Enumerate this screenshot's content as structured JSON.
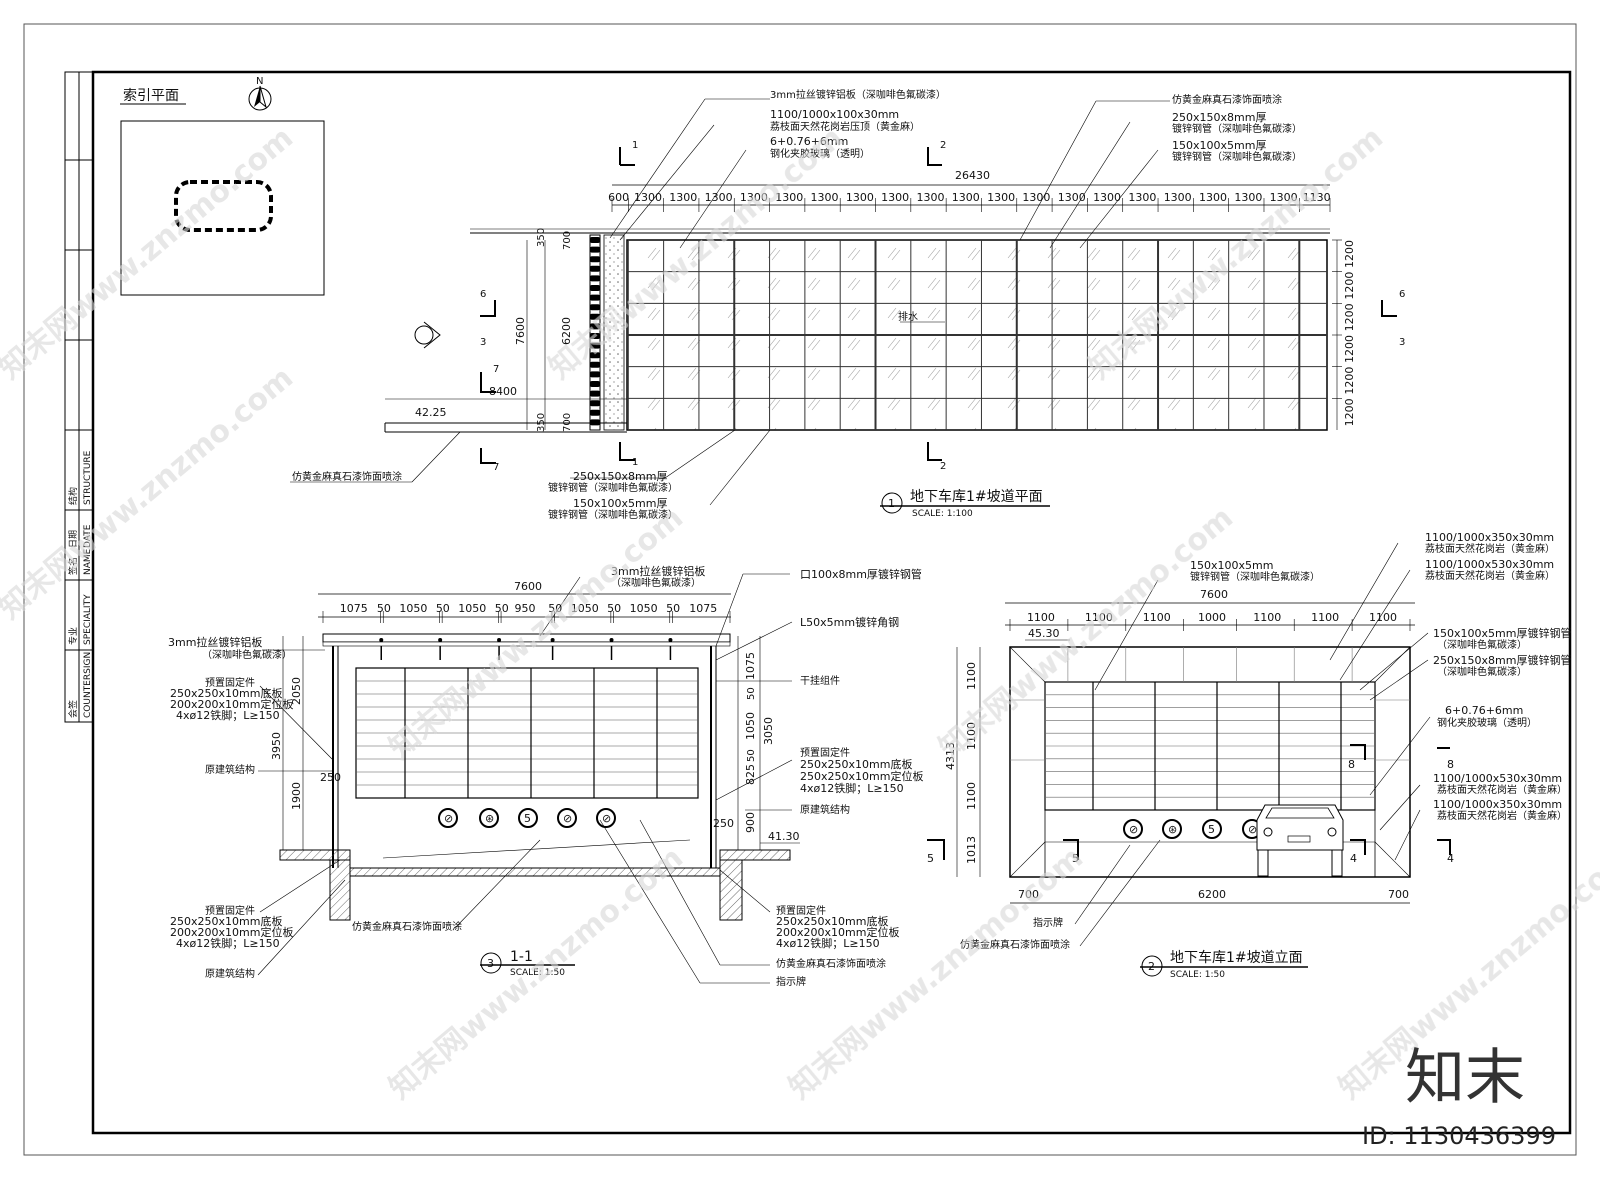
{
  "index_plan": {
    "title": "索引平面",
    "north": "N"
  },
  "plan": {
    "title": "地下车库1#坡道平面",
    "number": "1",
    "scale": "SCALE:   1:100",
    "total_length": "26430",
    "segments": [
      "600",
      "1300",
      "1300",
      "1300",
      "1300",
      "1300",
      "1300",
      "1300",
      "1300",
      "1300",
      "1300",
      "1300",
      "1300",
      "1300",
      "1300",
      "1300",
      "1300",
      "1300",
      "1300",
      "1300",
      "1130"
    ],
    "right_dims": [
      "1200",
      "1200",
      "1200",
      "1200",
      "1200",
      "1200"
    ],
    "left_dims": {
      "overall": "8400",
      "inner": "7600",
      "mid": "6200",
      "a": "700",
      "b": "350",
      "c": "700",
      "d": "350"
    },
    "level": "42.25",
    "drain": "排水",
    "section_marks": [
      "1",
      "2",
      "6",
      "3",
      "7"
    ],
    "notes_top": [
      {
        "l1": "3mm拉丝镀锌铝板（深咖啡色氟碳漆）",
        "l2": ""
      },
      {
        "l1": "1100/1000x100x30mm",
        "l2": "荔枝面天然花岗岩压顶（黄金麻）"
      },
      {
        "l1": "6+0.76+6mm",
        "l2": "钢化夹胶玻璃（透明）"
      },
      {
        "l1": "仿黄金麻真石漆饰面喷涂",
        "l2": ""
      },
      {
        "l1": "250x150x8mm厚",
        "l2": "镀锌钢管（深咖啡色氟碳漆）"
      },
      {
        "l1": "150x100x5mm厚",
        "l2": "镀锌钢管（深咖啡色氟碳漆）"
      }
    ],
    "notes_bottom": [
      {
        "l1": "250x150x8mm厚",
        "l2": "镀锌钢管（深咖啡色氟碳漆）"
      },
      {
        "l1": "150x100x5mm厚",
        "l2": "镀锌钢管（深咖啡色氟碳漆）"
      }
    ],
    "note_left": "仿黄金麻真石漆饰面喷涂"
  },
  "section": {
    "title": "1-1",
    "number": "3",
    "scale": "SCALE:   1:50",
    "total": "7600",
    "segments": [
      "1075",
      "50",
      "1050",
      "50",
      "1050",
      "50",
      "950",
      "50",
      "1050",
      "50",
      "1050",
      "50",
      "1075"
    ],
    "left_dims": [
      "3950",
      "2050",
      "1900"
    ],
    "right_dims": [
      "3050",
      "1075",
      "50",
      "1050",
      "50",
      "825",
      "900"
    ],
    "dim_250a": "250",
    "dim_250b": "250",
    "level": "41.30",
    "notes_left": [
      {
        "l1": "3mm拉丝镀锌铝板",
        "l2": "（深咖啡色氟碳漆）"
      },
      {
        "l1": "预置固定件",
        "l2": "250x250x10mm底板",
        "l3": "200x200x10mm定位板",
        "l4": "4xø12铁脚；L≥150"
      },
      {
        "l1": "原建筑结构"
      }
    ],
    "notes_top": [
      {
        "l1": "3mm拉丝镀锌铝板",
        "l2": "（深咖啡色氟碳漆）"
      },
      {
        "l1": "口100x8mm厚镀锌钢管"
      },
      {
        "l1": "L50x5mm镀锌角钢"
      },
      {
        "l1": "干挂组件"
      }
    ],
    "notes_right": [
      {
        "l1": "预置固定件",
        "l2": "250x250x10mm底板",
        "l3": "250x250x10mm定位板",
        "l4": "4xø12铁脚；L≥150"
      },
      {
        "l1": "原建筑结构"
      }
    ],
    "notes_bottom_left": [
      {
        "l1": "预置固定件",
        "l2": "250x250x10mm底板",
        "l3": "200x200x10mm定位板",
        "l4": "4xø12铁脚；L≥150"
      },
      {
        "l1": "原建筑结构"
      }
    ],
    "notes_bottom_mid": "仿黄金麻真石漆饰面喷涂",
    "notes_bottom_right": [
      {
        "l1": "预置固定件",
        "l2": "250x250x10mm底板",
        "l3": "200x200x10mm定位板",
        "l4": "4xø12铁脚；L≥150"
      },
      {
        "l1": "仿黄金麻真石漆饰面喷涂"
      },
      {
        "l1": "指示牌"
      }
    ],
    "signs": [
      "⊘",
      "⊛",
      "5",
      "⊘",
      "⊘"
    ]
  },
  "elevation": {
    "title": "地下车库1#坡道立面",
    "number": "2",
    "scale": "SCALE:   1:50",
    "total": "7600",
    "segments": [
      "1100",
      "1100",
      "1100",
      "1000",
      "1100",
      "1100",
      "1100"
    ],
    "bottom_dims": [
      "700",
      "6200",
      "700"
    ],
    "left_dims": [
      "4313",
      "1100",
      "1100",
      "1100",
      "1013"
    ],
    "level": "45.30",
    "section_marks": [
      "5",
      "5",
      "4",
      "4",
      "8",
      "8"
    ],
    "notes_top": [
      {
        "l1": "150x100x5mm",
        "l2": "镀锌钢管（深咖啡色氟碳漆）"
      },
      {
        "l1": "1100/1000x350x30mm",
        "l2": "荔枝面天然花岗岩（黄金麻）"
      },
      {
        "l1": "1100/1000x530x30mm",
        "l2": "荔枝面天然花岗岩（黄金麻）"
      }
    ],
    "notes_right": [
      {
        "l1": "150x100x5mm厚镀锌钢管",
        "l2": "（深咖啡色氟碳漆）"
      },
      {
        "l1": "250x150x8mm厚镀锌钢管",
        "l2": "（深咖啡色氟碳漆）"
      },
      {
        "l1": "6+0.76+6mm",
        "l2": "钢化夹胶玻璃（透明）"
      },
      {
        "l1": "1100/1000x530x30mm",
        "l2": "荔枝面天然花岗岩（黄金麻）"
      },
      {
        "l1": "1100/1000x350x30mm",
        "l2": "荔枝面天然花岗岩（黄金麻）"
      }
    ],
    "notes_bottom": [
      {
        "l1": "指示牌"
      },
      {
        "l1": "仿黄金麻真石漆饰面喷涂"
      }
    ],
    "signs": [
      "⊘",
      "⊛",
      "5",
      "⊘",
      "⊘"
    ]
  },
  "title_block": {
    "c1": "会签",
    "c1b": "COUNTERSIGN",
    "c2": "专业",
    "c2b": "SPECIALITY",
    "c3": "签名",
    "c3b": "NAME",
    "c4": "日期",
    "c4b": "DATE",
    "c5": "结构",
    "c5b": "STRUCTURE"
  },
  "watermark": {
    "text": "知末网www.znzmo.com",
    "logo": "知末",
    "id": "ID: 1130436399"
  }
}
